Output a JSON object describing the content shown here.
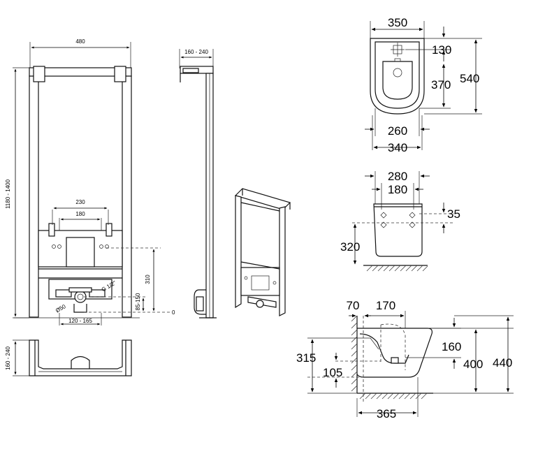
{
  "frame_front": {
    "width_label": "480",
    "height_label": "1180 - 1400",
    "inner_outer_label": "230",
    "inner_label": "180",
    "supply_height_label": "310",
    "drain_height_label": "85-150",
    "zero_label": "0",
    "drain_range_label": "120 - 165",
    "pipe_label_a": "Ø50",
    "pipe_label_b": "G 1/2\""
  },
  "frame_side": {
    "depth_label": "160 - 240"
  },
  "frame_top": {
    "depth_label": "160 - 240"
  },
  "bidet_top": {
    "width_label": "350",
    "tap_offset_label": "130",
    "bowl_length_label": "370",
    "total_length_label": "540",
    "inner_width_label": "260",
    "base_width_label": "340"
  },
  "bidet_rear": {
    "outer_label": "280",
    "inner_label": "180",
    "fix_offset_label": "35",
    "fix_height_label": "320"
  },
  "bidet_side": {
    "offset_a_label": "70",
    "offset_b_label": "170",
    "supply_label": "160",
    "height_315_label": "315",
    "height_105_label": "105",
    "height_400_label": "400",
    "height_440_label": "440",
    "projection_label": "365"
  }
}
